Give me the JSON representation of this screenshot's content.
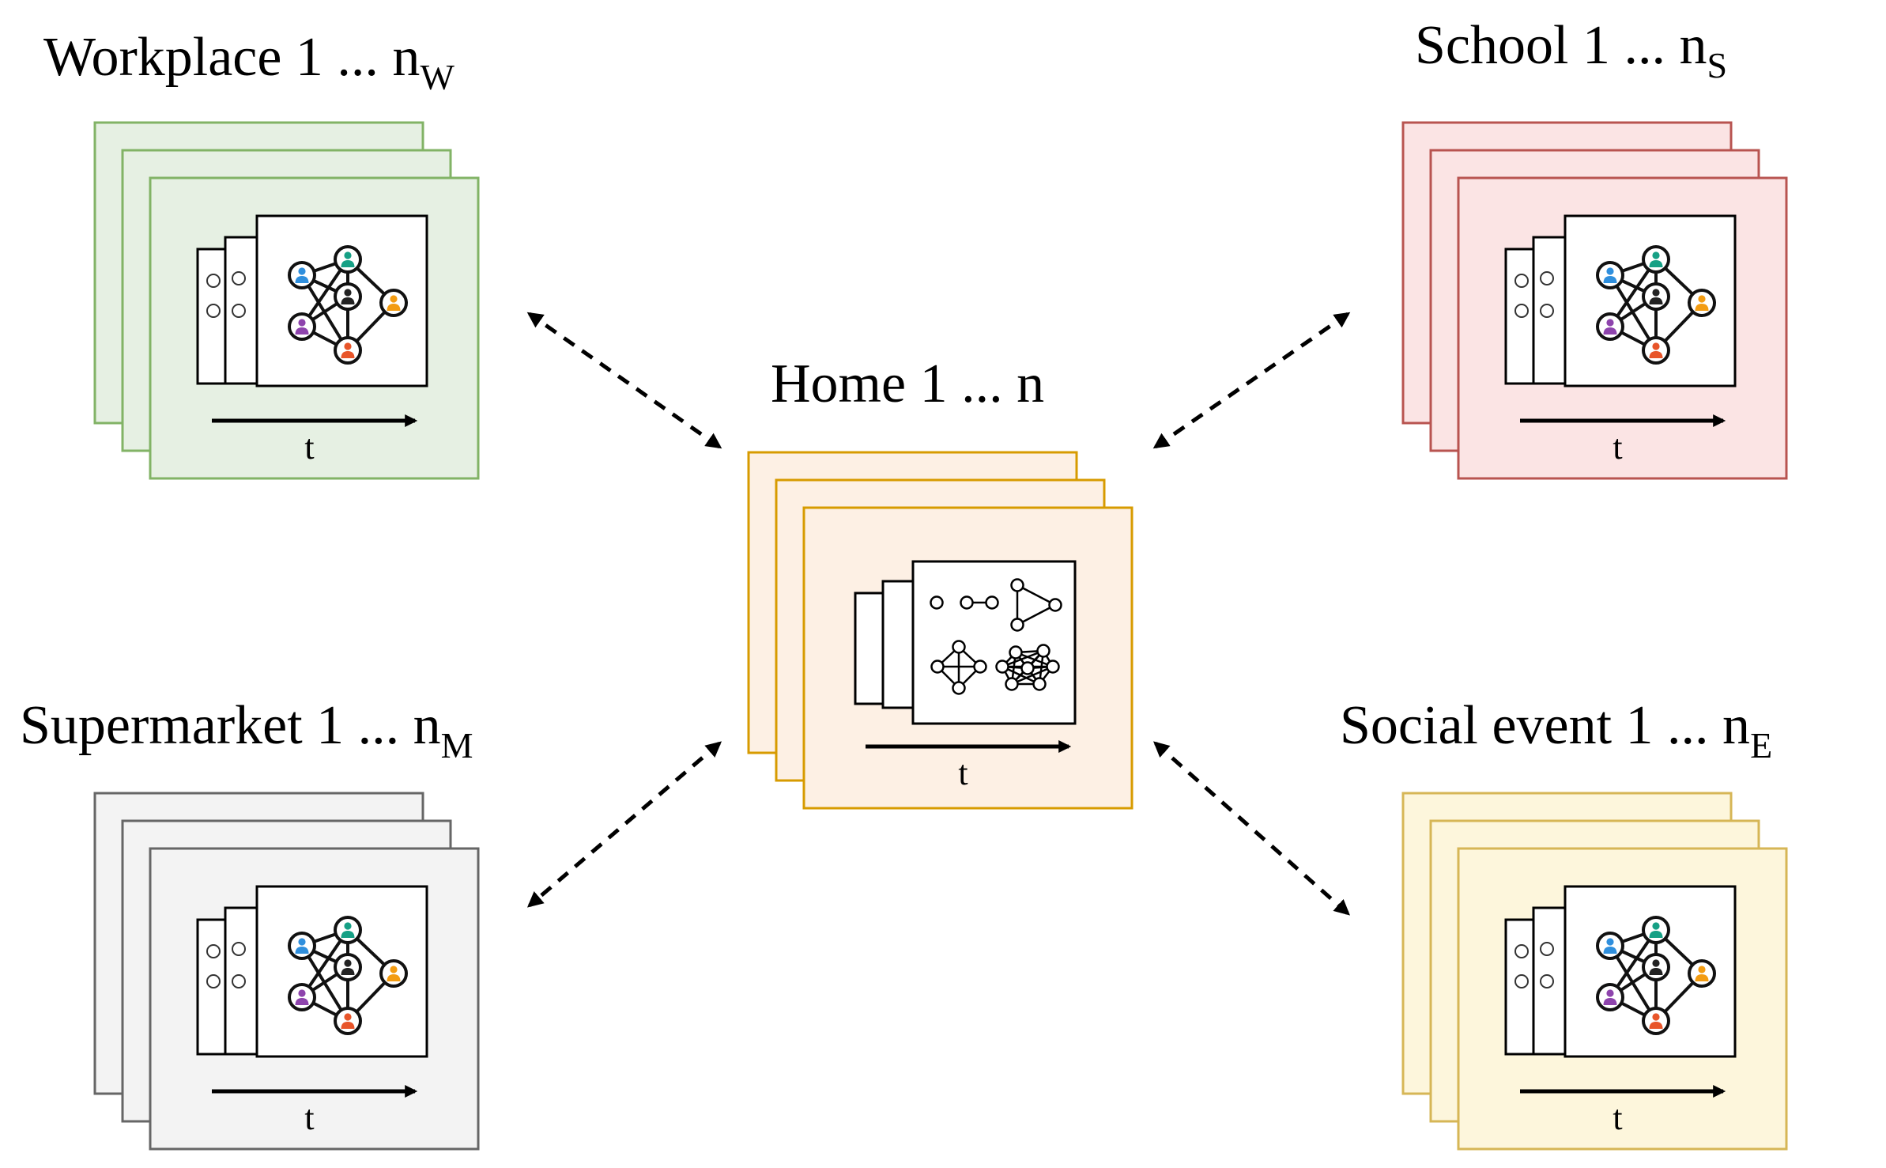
{
  "locations": [
    {
      "id": "workplace",
      "label": "Workplace 1 ... n",
      "sub": "W",
      "fill": "#e6f0e3",
      "stroke": "#82b366",
      "content": "network",
      "axis": "t"
    },
    {
      "id": "school",
      "label": "School 1 ... n",
      "sub": "S",
      "fill": "#fbe4e4",
      "stroke": "#b85450",
      "content": "network",
      "axis": "t"
    },
    {
      "id": "home",
      "label": "Home 1 ... n",
      "sub": "",
      "fill": "#fdf0e4",
      "stroke": "#d79b00",
      "content": "small-graphs",
      "axis": "t"
    },
    {
      "id": "supermarket",
      "label": "Supermarket 1 ... n",
      "sub": "M",
      "fill": "#f3f3f3",
      "stroke": "#666666",
      "content": "network",
      "axis": "t"
    },
    {
      "id": "social",
      "label": "Social event 1 ... n",
      "sub": "E",
      "fill": "#fdf6dc",
      "stroke": "#d6b656",
      "content": "network",
      "axis": "t"
    }
  ],
  "person_colors": [
    "#2f8fdd",
    "#16a085",
    "#222222",
    "#f39c12",
    "#8e44ad",
    "#e8552a"
  ],
  "connections": [
    {
      "from": "home",
      "to": "workplace"
    },
    {
      "from": "home",
      "to": "school"
    },
    {
      "from": "home",
      "to": "supermarket"
    },
    {
      "from": "home",
      "to": "social"
    }
  ]
}
